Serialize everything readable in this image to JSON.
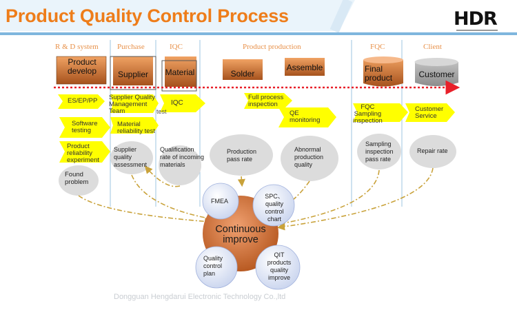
{
  "title": "Product Quality Control Process",
  "logo": "HDR",
  "columns": [
    "R & D system",
    "Purchase",
    "IQC",
    "Product production",
    "FQC",
    "Client"
  ],
  "stages": [
    {
      "label": "Product\ndevelop"
    },
    {
      "label": "Supplier"
    },
    {
      "label": "Material"
    },
    {
      "label": "Solder"
    },
    {
      "label": "Assemble"
    },
    {
      "label": "Final\nproduct"
    },
    {
      "label": "Customer"
    }
  ],
  "chevrons": [
    {
      "text": "ES/EP/PP"
    },
    {
      "text": "Software\ntesting"
    },
    {
      "text": "Product\nreliability\nexperiment"
    },
    {
      "text": "Supplier Quality\nManagement\nTeam"
    },
    {
      "text": "Material\nreliability test"
    },
    {
      "text": "IQC"
    },
    {
      "text": "Full process\ninspection"
    },
    {
      "text": "QE\nmonitoring"
    },
    {
      "text": "FQC\nSampling\ninspection"
    },
    {
      "text": "Customer\nService"
    }
  ],
  "stray_text": "test",
  "bubbles": [
    {
      "text": "Found\nproblem"
    },
    {
      "text": "Supplier\nquality\nassessment"
    },
    {
      "text": "Qualification\nrate of incoming\nmaterials"
    },
    {
      "text": "Production\npass rate"
    },
    {
      "text": "Abnormal\nproduction\nquality"
    },
    {
      "text": "Sampling\ninspection\npass rate"
    },
    {
      "text": "Repair rate"
    }
  ],
  "core": {
    "center": "Continuous\nimprove",
    "satellites": [
      "FMEA",
      "SPC、\nquality\ncontrol chart",
      "Quality\ncontrol\nplan",
      "QIT\nproducts\nquality\nimprove"
    ]
  },
  "footer": "Dongguan Hengdarui Electronic Technology Co.,ltd",
  "colors": {
    "title": "#ee7d1a",
    "chevron": "#ffff00",
    "bubble": "#dcdcdc",
    "core": "#c9662b",
    "arrow_main": "#e8202a",
    "arrow_feedback": "#c9a23a",
    "header_band": "#eaf4fb"
  }
}
